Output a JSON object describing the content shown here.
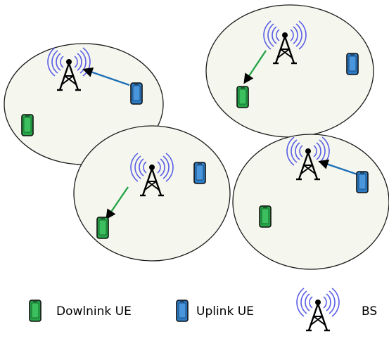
{
  "colors": {
    "cell_fill": "#f5f7ee",
    "cell_stroke": "#1a1a1a",
    "downlink_ue": "#27a348",
    "uplink_ue": "#2c7bc4",
    "downlink_arrow": "#27a348",
    "uplink_arrow": "#1f6fb5",
    "antenna_waves": "#5a5ee6",
    "tower": "#000000"
  },
  "cells": [
    {
      "name": "cell-top-left"
    },
    {
      "name": "cell-top-right"
    },
    {
      "name": "cell-bottom-left"
    },
    {
      "name": "cell-bottom-right"
    }
  ],
  "legend": {
    "downlink_label": "Dowlnink UE",
    "uplink_label": "Uplink UE",
    "bs_label": "BS"
  },
  "icons": {
    "downlink_ue": "phone-icon-green",
    "uplink_ue": "phone-icon-blue",
    "base_station": "antenna-tower-icon"
  }
}
